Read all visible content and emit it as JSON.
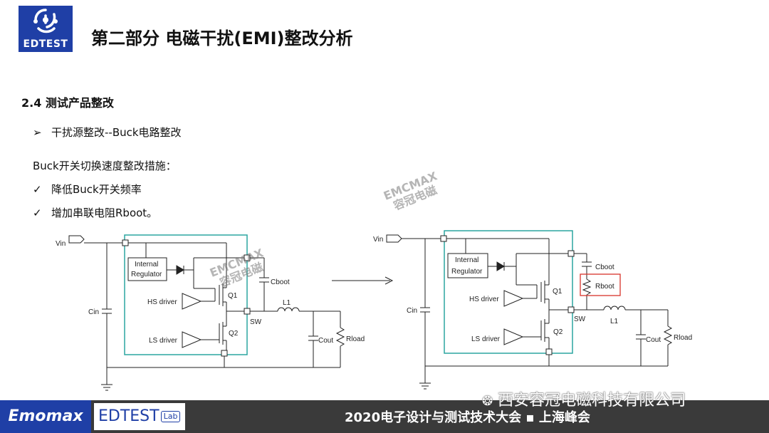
{
  "header": {
    "logo_text": "EDTEST",
    "title": "第二部分  电磁干扰(EMI)整改分析"
  },
  "content": {
    "section": "2.4 测试产品整改",
    "subheading": "干扰源整改--Buck电路整改",
    "measures_title": "Buck开关切换速度整改措施：",
    "measures": [
      "降低Buck开关频率",
      "增加串联电阻Rboot。"
    ]
  },
  "watermark": {
    "line1": "EMCMAX",
    "line2": "容冠电磁"
  },
  "circuit_left": {
    "vin": "Vin",
    "internal": "Internal",
    "regulator": "Regulator",
    "cboot": "Cboot",
    "hs_driver": "HS driver",
    "ls_driver": "LS driver",
    "q1": "Q1",
    "q2": "Q2",
    "cin": "Cin",
    "sw": "SW",
    "l1": "L1",
    "cout": "Cout",
    "rload": "Rload"
  },
  "circuit_right": {
    "vin": "Vin",
    "internal": "Internal",
    "regulator": "Regulator",
    "cboot": "Cboot",
    "rboot": "Rboot",
    "hs_driver": "HS driver",
    "ls_driver": "LS driver",
    "q1": "Q1",
    "q2": "Q2",
    "cin": "Cin",
    "sw": "SW",
    "l1": "L1",
    "cout": "Cout",
    "rload": "Rload"
  },
  "footer": {
    "brand1": "Emomax",
    "brand2": "EDTEST",
    "brand2_lab": "Lab",
    "conference": "2020电子设计与测试技术大会 ▪ 上海峰会",
    "wechat": "西安容冠电磁科技有限公司"
  },
  "colors": {
    "brand_blue": "#1f3fa6",
    "chip_outline": "#2ba6a0",
    "highlight": "#d9342b"
  }
}
